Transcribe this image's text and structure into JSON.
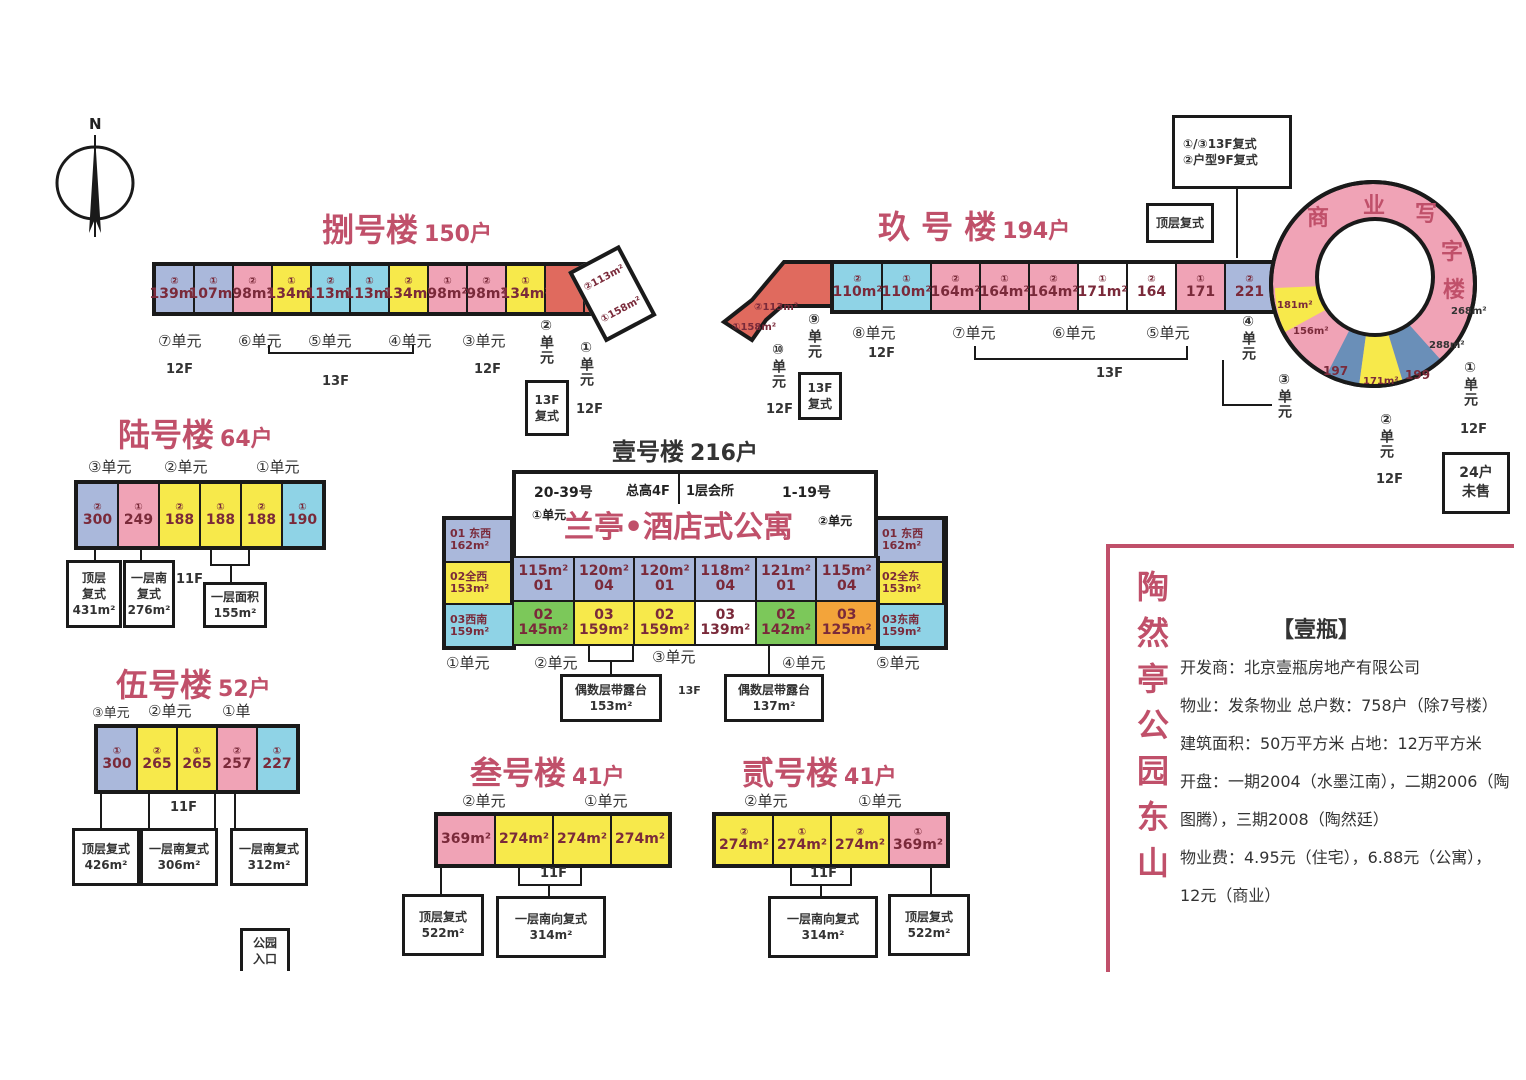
{
  "compass": {
    "north": "N"
  },
  "b8": {
    "title": "捌号楼",
    "count": "150户",
    "cells": [
      {
        "no": "②",
        "v": "139m²",
        "c": "c-blue"
      },
      {
        "no": "①",
        "v": "107m²",
        "c": "c-blue"
      },
      {
        "no": "②",
        "v": "98m²",
        "c": "c-pink"
      },
      {
        "no": "①",
        "v": "134m²",
        "c": "c-yellow"
      },
      {
        "no": "②",
        "v": "113m²",
        "c": "c-teal"
      },
      {
        "no": "①",
        "v": "113m²",
        "c": "c-teal"
      },
      {
        "no": "②",
        "v": "134m²",
        "c": "c-yellow"
      },
      {
        "no": "①",
        "v": "98m²",
        "c": "c-pink"
      },
      {
        "no": "②",
        "v": "98m²",
        "c": "c-pink"
      },
      {
        "no": "①",
        "v": "134m²",
        "c": "c-yellow"
      },
      {
        "no": "",
        "v": "",
        "c": "c-red"
      },
      {
        "no": "",
        "v": "",
        "c": "c-red"
      }
    ],
    "tail": [
      {
        "no": "②",
        "v": "113m²"
      },
      {
        "no": "①",
        "v": "158m²"
      }
    ],
    "units": [
      "⑦单元",
      "⑥单元",
      "⑤单元",
      "④单元",
      "③单元"
    ],
    "unit2": "②单元",
    "unit1": "①单元",
    "floors": [
      "12F",
      "13F",
      "12F"
    ],
    "floor_u1": "12F",
    "dup": [
      "13F",
      "复式"
    ]
  },
  "b9": {
    "title": "玖 号 楼",
    "count": "194户",
    "cells": [
      {
        "no": "②",
        "v": "110m²",
        "c": "c-teal"
      },
      {
        "no": "①",
        "v": "110m²",
        "c": "c-teal"
      },
      {
        "no": "②",
        "v": "164m²",
        "c": "c-pink"
      },
      {
        "no": "①",
        "v": "164m²",
        "c": "c-pink"
      },
      {
        "no": "②",
        "v": "164m²",
        "c": "c-pink"
      },
      {
        "no": "①",
        "v": "171m²",
        "c": "c-white"
      },
      {
        "no": "②",
        "v": "164",
        "c": "c-white"
      },
      {
        "no": "①",
        "v": "171",
        "c": "c-pink"
      },
      {
        "no": "②",
        "v": "221",
        "c": "c-blue"
      }
    ],
    "head": [
      {
        "no": "②",
        "v": "113m²"
      },
      {
        "no": "①",
        "v": "158m²"
      }
    ],
    "units": [
      "⑧单元",
      "⑦单元",
      "⑥单元",
      "⑤单元"
    ],
    "floor_8": "12F",
    "floor_mid": "13F",
    "unit9": "⑨单元",
    "unit10": "⑩单元",
    "floor_10": "12F",
    "unit4": "④单元",
    "unit3": "③单元",
    "dup": [
      "13F",
      "复式"
    ],
    "top_dup": "顶层复式",
    "legend": [
      "①/③13F复式",
      "②户型9F复式"
    ]
  },
  "ring": {
    "label": "商业写字楼",
    "chars": [
      "商",
      "业",
      "写",
      "字",
      "楼"
    ],
    "seg": [
      "181m²",
      "156m²",
      "197",
      "171m²",
      "199",
      "288m²",
      "268m²"
    ],
    "unit1": "①单元",
    "unit2": "②单元",
    "floor1": "12F",
    "floor2": "12F",
    "unsold": [
      "24户",
      "未售"
    ]
  },
  "b6": {
    "title": "陆号楼",
    "count": "64户",
    "units": [
      "③单元",
      "②单元",
      "①单元"
    ],
    "cells": [
      {
        "no": "②",
        "v": "300",
        "c": "c-blue"
      },
      {
        "no": "①",
        "v": "249",
        "c": "c-pink"
      },
      {
        "no": "②",
        "v": "188",
        "c": "c-yellow"
      },
      {
        "no": "①",
        "v": "188",
        "c": "c-yellow"
      },
      {
        "no": "②",
        "v": "188",
        "c": "c-yellow"
      },
      {
        "no": "①",
        "v": "190",
        "c": "c-teal"
      }
    ],
    "boxes": [
      [
        "顶层",
        "复式",
        "431m²"
      ],
      [
        "一层南",
        "复式",
        "276m²"
      ],
      [
        "一层面积",
        "155m²"
      ]
    ],
    "floor": "11F"
  },
  "b5": {
    "title": "伍号楼",
    "count": "52户",
    "units": [
      "③单元",
      "②单元",
      "①单"
    ],
    "cells": [
      {
        "no": "①",
        "v": "300",
        "c": "c-blue"
      },
      {
        "no": "②",
        "v": "265",
        "c": "c-yellow"
      },
      {
        "no": "①",
        "v": "265",
        "c": "c-yellow"
      },
      {
        "no": "②",
        "v": "257",
        "c": "c-pink"
      },
      {
        "no": "①",
        "v": "227",
        "c": "c-teal"
      }
    ],
    "boxes": [
      [
        "顶层复式",
        "426m²"
      ],
      [
        "一层南复式",
        "306m²"
      ],
      [
        "一层南复式",
        "312m²"
      ]
    ],
    "floor": "11F",
    "entrance": [
      "公园",
      "入口"
    ]
  },
  "b1": {
    "title": "壹号楼",
    "count": "216户",
    "header_left": "20-39号",
    "header_total": "总高4F",
    "header_club": "1层会所",
    "header_right": "1-19号",
    "name": "兰亭•酒店式公寓",
    "u1": "①单元",
    "u2": "②单元",
    "left_col": [
      [
        "01 东西",
        "162m²"
      ],
      [
        "02全西",
        "153m²"
      ],
      [
        "03西南",
        "159m²"
      ]
    ],
    "right_col": [
      [
        "01 东西",
        "162m²"
      ],
      [
        "02全东",
        "153m²"
      ],
      [
        "03东南",
        "159m²"
      ]
    ],
    "row1": [
      [
        "115m²",
        "01"
      ],
      [
        "120m²",
        "04"
      ],
      [
        "120m²",
        "01"
      ],
      [
        "118m²",
        "04"
      ],
      [
        "121m²",
        "01"
      ],
      [
        "115m²",
        "04"
      ]
    ],
    "row2": [
      {
        "n": "02",
        "v": "145m²",
        "c": "c-green"
      },
      {
        "n": "03",
        "v": "159m²",
        "c": "c-yellow"
      },
      {
        "n": "02",
        "v": "159m²",
        "c": "c-yellow"
      },
      {
        "n": "03",
        "v": "139m²",
        "c": "c-white"
      },
      {
        "n": "02",
        "v": "142m²",
        "c": "c-green"
      },
      {
        "n": "03",
        "v": "125m²",
        "c": "c-orange"
      }
    ],
    "units": [
      "①单元",
      "②单元",
      "③单元",
      "④单元",
      "⑤单元"
    ],
    "box_a": [
      "偶数层带露台",
      "153m²"
    ],
    "box_b": [
      "偶数层带露台",
      "137m²"
    ],
    "floor": "13F"
  },
  "b3": {
    "title": "叁号楼",
    "count": "41户",
    "units": [
      "②单元",
      "①单元"
    ],
    "cells": [
      {
        "no": "",
        "v": "369m²",
        "c": "c-pink"
      },
      {
        "no": "",
        "v": "274m²",
        "c": "c-yellow"
      },
      {
        "no": "",
        "v": "274m²",
        "c": "c-yellow"
      },
      {
        "no": "",
        "v": "274m²",
        "c": "c-yellow"
      }
    ],
    "floor": "11F",
    "boxes": [
      [
        "顶层复式",
        "522m²"
      ],
      [
        "一层南向复式",
        "314m²"
      ]
    ]
  },
  "b2": {
    "title": "贰号楼",
    "count": "41户",
    "units": [
      "②单元",
      "①单元"
    ],
    "cells": [
      {
        "no": "②",
        "v": "274m²",
        "c": "c-yellow"
      },
      {
        "no": "①",
        "v": "274m²",
        "c": "c-yellow"
      },
      {
        "no": "②",
        "v": "274m²",
        "c": "c-yellow"
      },
      {
        "no": "①",
        "v": "369m²",
        "c": "c-pink"
      }
    ],
    "floor": "11F",
    "boxes": [
      [
        "一层南向复式",
        "314m²"
      ],
      [
        "顶层复式",
        "522m²"
      ]
    ]
  },
  "info": {
    "vtitle": "陶然亭公园东山",
    "heading": "【壹瓶】",
    "lines": [
      "开发商：北京壹瓶房地产有限公司",
      "物业：发条物业  总户数：758户（除7号楼）",
      "建筑面积：50万平方米  占地：12万平方米",
      "开盘：一期2004（水墨江南），二期2006（陶",
      "图腾），三期2008（陶然廷）",
      "物业费：4.95元（住宅），6.88元（公寓），",
      "12元（商业）"
    ]
  }
}
